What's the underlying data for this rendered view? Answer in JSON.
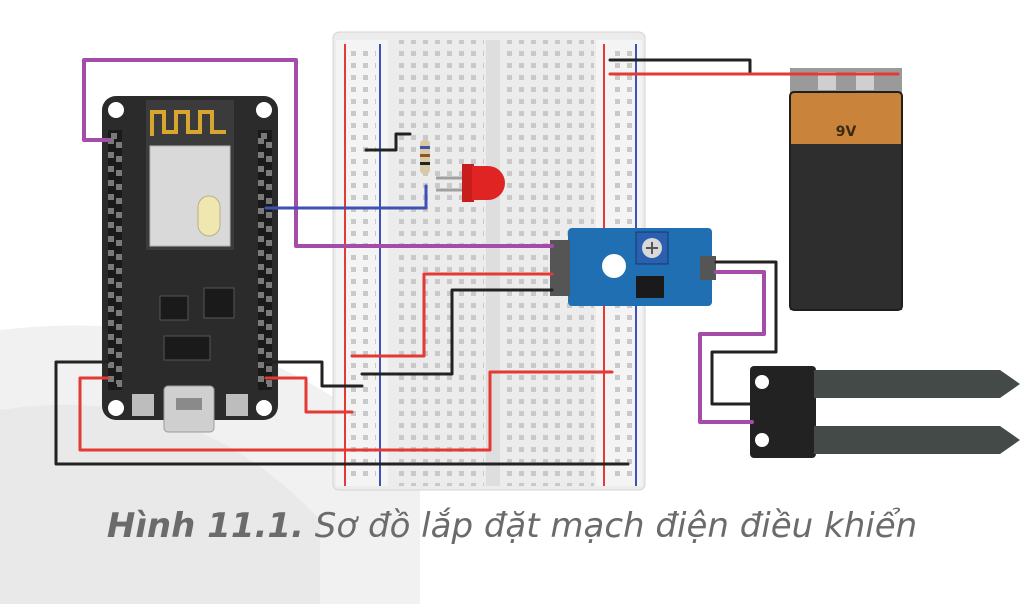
{
  "figure": {
    "number": "Hình 11.1.",
    "title": "Sơ đồ lắp đặt mạch điện điều khiển"
  },
  "battery": {
    "label": "9V"
  },
  "colors": {
    "wire_red": "#e53935",
    "wire_black": "#222222",
    "wire_blue": "#3f51b5",
    "wire_purple": "#a54ca8",
    "board_dark": "#2b2b2b",
    "sensor_module": "#1f6fb2",
    "led": "#e02424",
    "battery_copper": "#c9833a",
    "breadboard": "#ededed"
  },
  "icons": [
    "wifi-antenna-icon",
    "usb-port-icon",
    "potentiometer-icon"
  ]
}
